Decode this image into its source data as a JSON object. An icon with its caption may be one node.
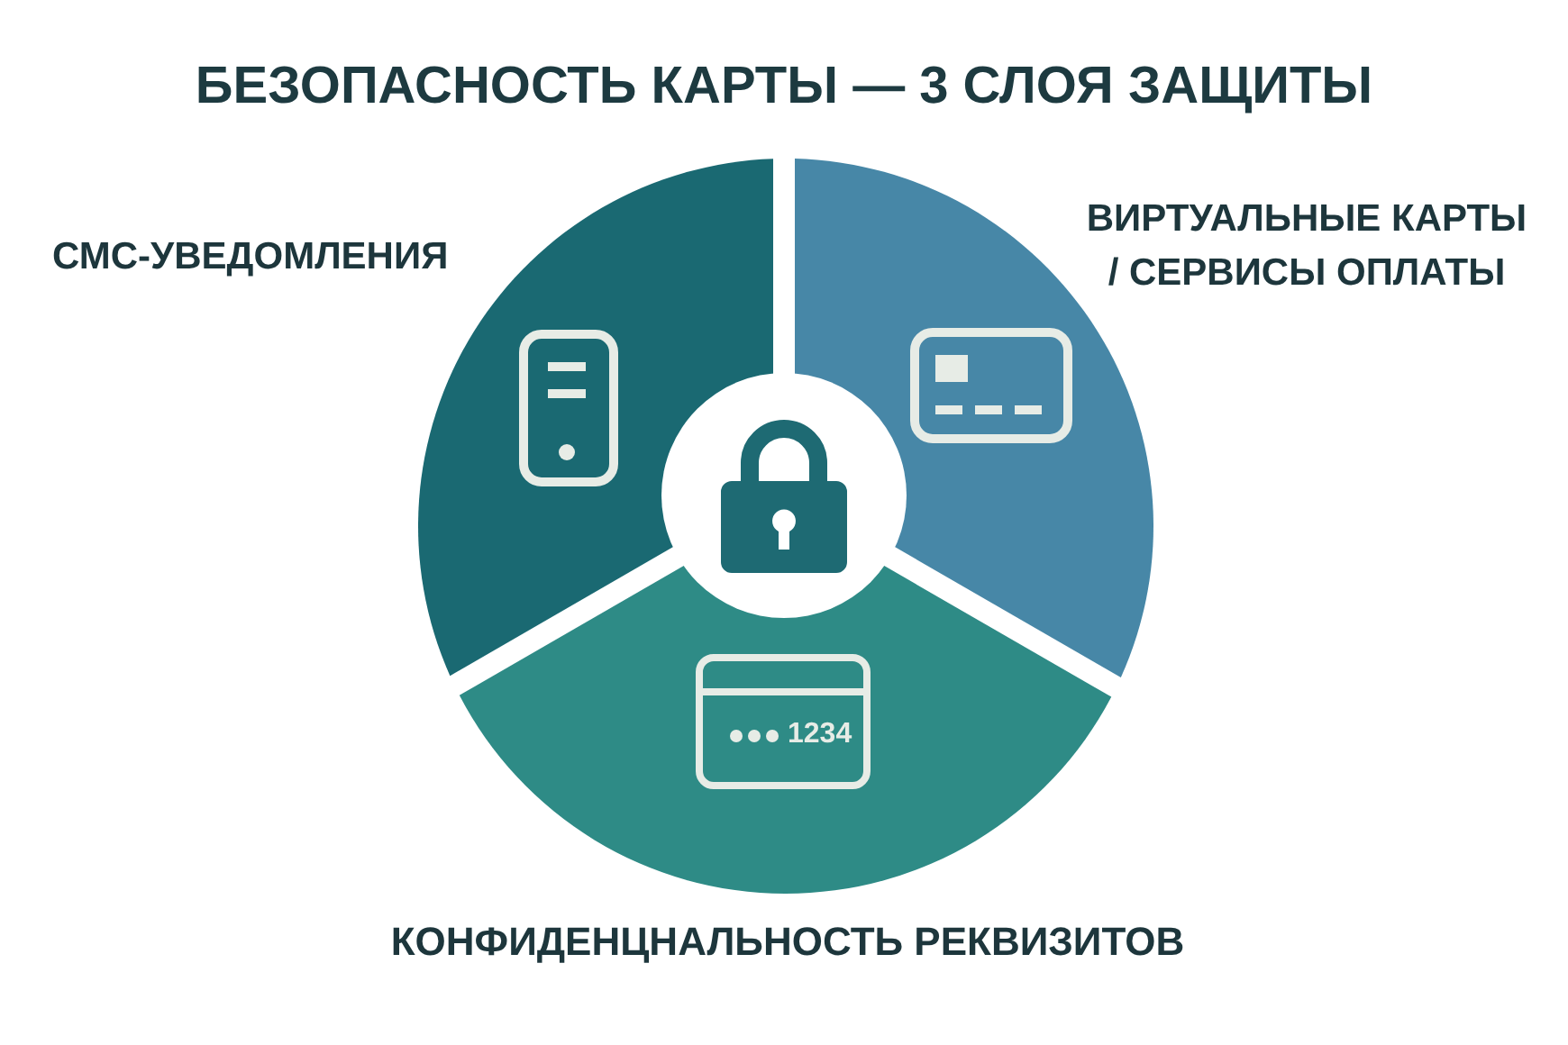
{
  "diagram": {
    "title": "БЕЗОПАСНОСТЬ КАРТЫ — 3 СЛОЯ ЗАЩИТЫ",
    "nodes": [
      {
        "text": [
          "СМС-УВЕДОМЛЕНИЯ"
        ]
      },
      {
        "text": [
          "ВИРТУАЛЬНЫЕ КАРТЫ / СЕРВИСЫ ОПЛАТЫ"
        ]
      },
      {
        "text": [],
        "shape": "circle"
      },
      {
        "text": [
          "КОНФИДЕНЦНАЛЬНОСТЬ РЕКВИЗИТОВ"
        ]
      }
    ],
    "labels": [
      "1234"
    ]
  }
}
